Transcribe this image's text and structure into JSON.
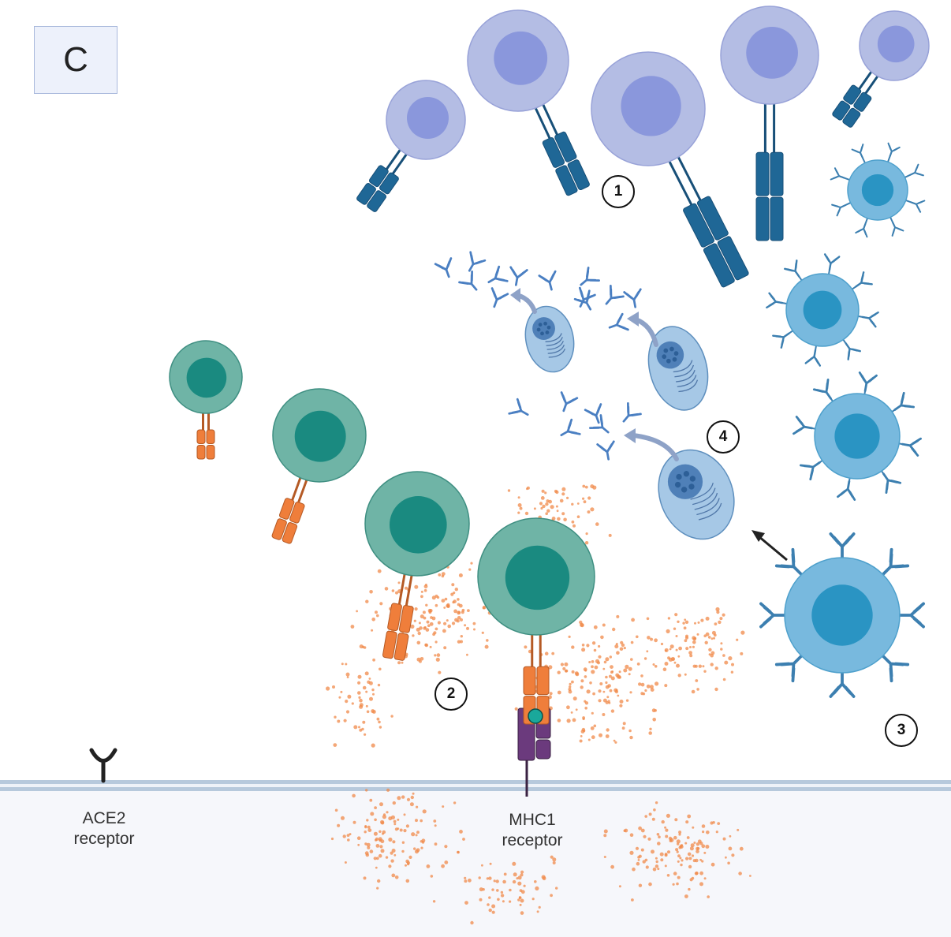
{
  "panel": {
    "label": "C"
  },
  "labels": {
    "ace2": [
      "ACE2",
      "receptor"
    ],
    "mhc1": [
      "MHC1",
      "receptor"
    ]
  },
  "steps": [
    "1",
    "2",
    "3",
    "4"
  ],
  "colors": {
    "bcell_body": "#b4bde4",
    "bcell_nucleus": "#8a97dc",
    "bcell_receptor": "#1f6796",
    "tcell_body": "#6fb4a6",
    "tcell_nucleus": "#1a8a80",
    "tcell_receptor": "#ef7e3b",
    "mhc": "#6b3a7d",
    "antigen": "#1aa89b",
    "plasma_body": "#78b9de",
    "plasma_nucleus": "#2a94c3",
    "antibody": "#3c7fb0",
    "free_antibody": "#4a7fc2",
    "secreting_cell": "#a6c8e6",
    "cytokine": "#f08a4a",
    "membrane": "#b7c9dc"
  }
}
